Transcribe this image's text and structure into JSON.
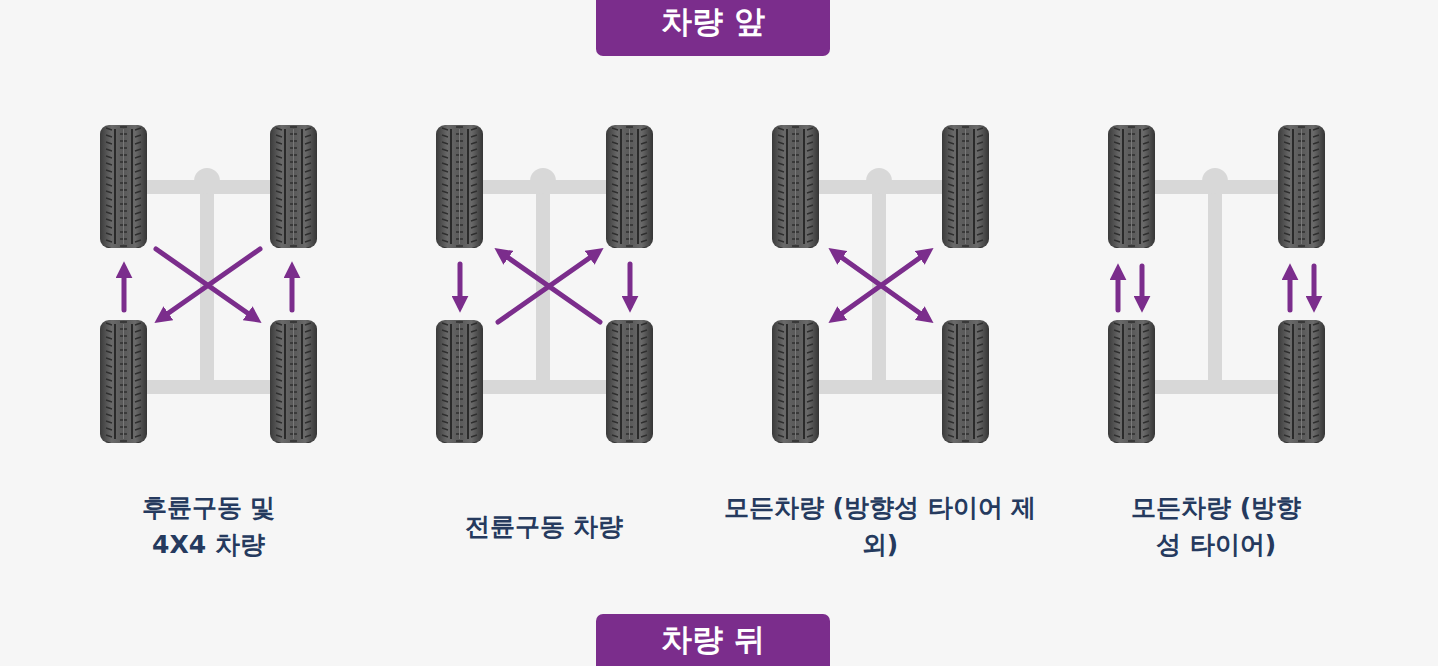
{
  "diagram": {
    "nodes": [
      {
        "text": [
          "차량 앞"
        ]
      },
      {
        "text": [
          "차량 뒤"
        ]
      }
    ],
    "labels": [
      "후륜구동 및 4X4 차량",
      "전륜구동 차량",
      "모든차량 (방향성 타이어 제외)",
      "모든차량 (방향성 타이어)"
    ]
  }
}
